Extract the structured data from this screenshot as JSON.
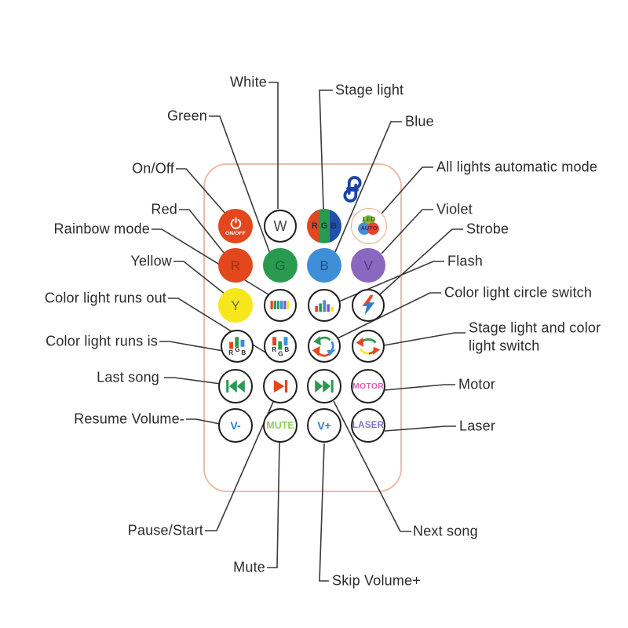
{
  "colors": {
    "red": "#e2471d",
    "green": "#2b9a51",
    "teal_green": "#2aa06a",
    "blue": "#3e8fd8",
    "deep_blue": "#2050a8",
    "violet": "#8a68c0",
    "purple_bar": "#7d5fc0",
    "yellow": "#f6e71c",
    "lime": "#8bc63f",
    "pink": "#e05cba",
    "light_green": "#8fcf5a",
    "volume_blue": "#2f7fd6",
    "laser_purple": "#7d74c8",
    "remote_border": "#ecbda6",
    "led_ring": "#f0ab8d",
    "logo_blue": "#1a44aa",
    "line": "#3a3a3a",
    "label_text": "#2b2b2b"
  },
  "labels": {
    "white": "White",
    "green": "Green",
    "on_off": "On/Off",
    "red": "Red",
    "rainbow_mode": "Rainbow mode",
    "yellow": "Yellow",
    "color_light_runs_out": "Color light runs out",
    "color_light_runs_is": "Color light runs is",
    "last_song": "Last song",
    "resume_volume": "Resume Volume-",
    "pause_start": "Pause/Start",
    "mute": "Mute",
    "stage_light": "Stage light",
    "blue": "Blue",
    "all_lights_auto": "All lights automatic mode",
    "violet": "Violet",
    "strobe": "Strobe",
    "flash": "Flash",
    "color_light_circle_switch": "Color light circle switch",
    "stage_color_switch": "Stage light and color light switch",
    "motor": "Motor",
    "laser": "Laser",
    "skip_volume": "Skip Volume+",
    "next_song": "Next song"
  },
  "remote": {
    "logo_icon": "brand-logo",
    "buttons": {
      "onoff": {
        "icon": "power-icon",
        "label": "ON/OFF"
      },
      "white": {
        "label": "W"
      },
      "rgb": {
        "letters": {
          "r": "R",
          "g": "G",
          "b": "B"
        }
      },
      "led_auto": {
        "line1": "LED",
        "line2": "AUTO"
      },
      "red": {
        "label": "R"
      },
      "green": {
        "label": "G"
      },
      "blue": {
        "label": "B"
      },
      "violet": {
        "label": "V"
      },
      "yellow": {
        "label": "Y"
      },
      "rainbow": {
        "icon": "equal-color-bars-icon"
      },
      "equalizer": {
        "icon": "level-color-bars-icon"
      },
      "flash": {
        "icon": "lightning-icon"
      },
      "runs_is": {
        "icon": "rgb-bars-icon",
        "letters": {
          "r": "R",
          "g": "G",
          "b": "B"
        }
      },
      "runs_out": {
        "icon": "rgb-bars-alt-icon",
        "letters": {
          "r": "R",
          "g": "G",
          "b": "B"
        }
      },
      "cycle": {
        "icon": "cycle-arrows-icon"
      },
      "switch": {
        "icon": "refresh-arrows-icon"
      },
      "prev": {
        "icon": "previous-track-icon"
      },
      "play": {
        "icon": "play-pause-icon"
      },
      "next": {
        "icon": "next-track-icon"
      },
      "motor": {
        "label": "MOTOR"
      },
      "v_minus": {
        "label": "V-"
      },
      "mute": {
        "label": "MUTE"
      },
      "v_plus": {
        "label": "V+"
      },
      "laser": {
        "label": "LASER"
      }
    }
  }
}
